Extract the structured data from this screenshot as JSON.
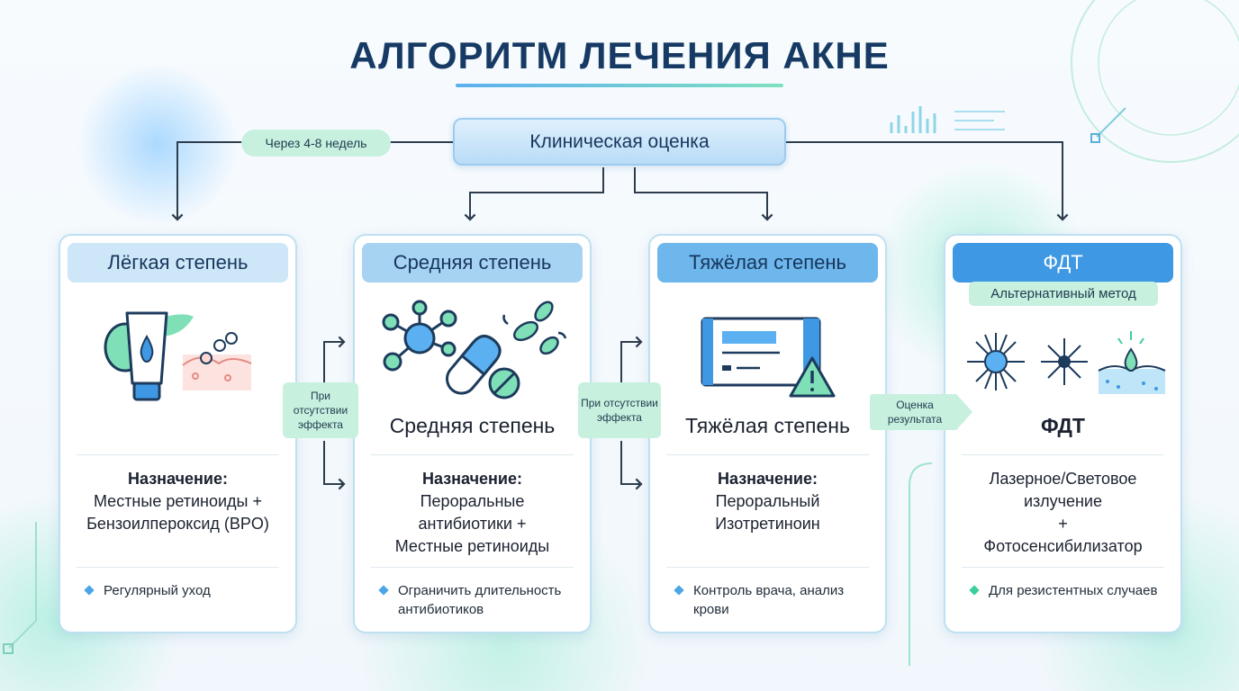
{
  "title": "АЛГОРИТМ ЛЕЧЕНИЯ АКНЕ",
  "clinical_assessment": "Клиническая оценка",
  "loop_label": "Через 4-8 недель",
  "transition_label_1": "При отсутствии эффекта",
  "transition_label_2": "При отсутствии эффекта",
  "outcome_label": "Оценка результата",
  "cards": [
    {
      "header": "Лёгкая степень",
      "subtitle": "",
      "appointment_label": "Назначение:",
      "appointment_line1": "Местные ретиноиды +",
      "appointment_line2": "Бензоилпероксид (BPO)",
      "appointment_line3": "",
      "appointment_line4": "",
      "note": "Регулярный уход"
    },
    {
      "header": "Средняя степень",
      "subtitle": "Средняя степень",
      "appointment_label": "Назначение:",
      "appointment_line1": "Пероральные",
      "appointment_line2": "антибиотики +",
      "appointment_line3": "Местные ретиноиды",
      "appointment_line4": "",
      "note": "Ограничить длительность антибиотиков"
    },
    {
      "header": "Тяжёлая степень",
      "subtitle": "Тяжёлая степень",
      "appointment_label": "Назначение:",
      "appointment_line1": "Пероральный",
      "appointment_line2": "Изотретиноин",
      "appointment_line3": "",
      "appointment_line4": "",
      "note": "Контроль врача, анализ крови"
    },
    {
      "header": "ФДТ",
      "badge": "Альтернативный метод",
      "subtitle": "ФДТ",
      "appointment_label": "",
      "appointment_line1": "Лазерное/Световое",
      "appointment_line2": "излучение",
      "appointment_line3": "+",
      "appointment_line4": "Фотосенсибилизатор",
      "note": "Для резистентных случаев"
    }
  ],
  "icons": {
    "card1": [
      "cream-tube-icon",
      "leaf-icon",
      "skin-pimples-icon"
    ],
    "card2": [
      "molecule-icon",
      "capsule-icon",
      "tablet-icon",
      "bacteria-icon"
    ],
    "card3": [
      "prescription-card-icon",
      "warning-icon"
    ],
    "card4": [
      "sun-light-icon",
      "star-light-icon",
      "skin-droplet-icon"
    ]
  },
  "colors": {
    "title": "#163a63",
    "header_light": "#cde6f8",
    "header_mid": "#a7d3f3",
    "header_dark": "#3f98e3",
    "accent_green": "#c7f0df",
    "bullet_blue": "#4aa6e6",
    "bullet_green": "#3ccf9a",
    "arrow": "#2d3d4e"
  }
}
